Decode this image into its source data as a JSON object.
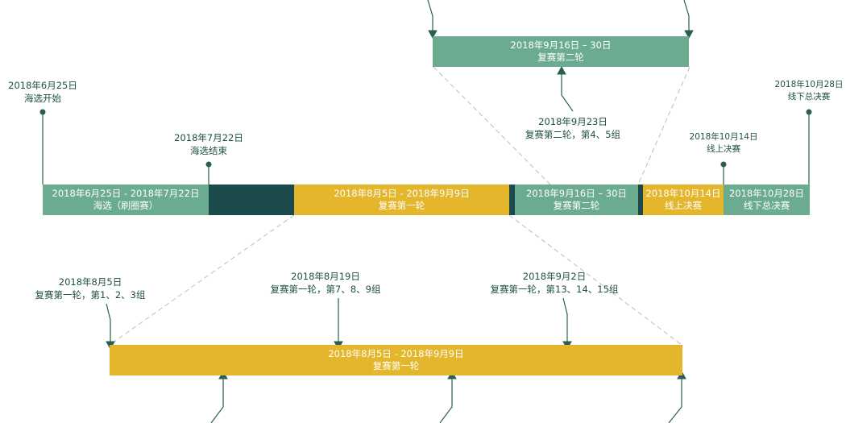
{
  "colors": {
    "green": "#6bab8f",
    "dark": "#1b4a4d",
    "yellow": "#e3b62b",
    "text": "#1f4f45",
    "line": "#2b5e52",
    "dash": "#bdbdbd"
  },
  "main_bar": {
    "segments": [
      {
        "line1": "2018年6月25日 - 2018年7月22日",
        "line2": "海选（刷圈赛）",
        "color": "green"
      },
      {
        "line1": "",
        "line2": "",
        "color": "dark"
      },
      {
        "line1": "2018年8月5日 - 2018年9月9日",
        "line2": "复赛第一轮",
        "color": "yellow"
      },
      {
        "line1": "",
        "line2": "",
        "color": "dark"
      },
      {
        "line1": "2018年9月16日 – 30日",
        "line2": "复赛第二轮",
        "color": "green"
      },
      {
        "line1": "",
        "line2": "",
        "color": "dark"
      },
      {
        "line1": "2018年10月14日",
        "line2": "线上决赛",
        "color": "yellow"
      },
      {
        "line1": "2018年10月28日",
        "line2": "线下总决赛",
        "color": "green"
      }
    ],
    "annotations": [
      {
        "line1": "2018年6月25日",
        "line2": "海选开始"
      },
      {
        "line1": "2018年7月22日",
        "line2": "海选结束"
      },
      {
        "line1": "2018年10月14日",
        "line2": "线上决赛"
      },
      {
        "line1": "2018年10月28日",
        "line2": "线下总决赛"
      }
    ]
  },
  "round2_zoom": {
    "bar": {
      "line1": "2018年9月16日 – 30日",
      "line2": "复赛第二轮"
    },
    "annotations": [
      {
        "line1": "2018年9月23日",
        "line2": "复赛第二轮，第4、5组"
      }
    ]
  },
  "round1_zoom": {
    "bar": {
      "line1": "2018年8月5日 - 2018年9月9日",
      "line2": "复赛第一轮"
    },
    "annotations": [
      {
        "line1": "2018年8月5日",
        "line2": "复赛第一轮，第1、2、3组"
      },
      {
        "line1": "2018年8月19日",
        "line2": "复赛第一轮，第7、8、9组"
      },
      {
        "line1": "2018年9月2日",
        "line2": "复赛第一轮，第13、14、15组"
      }
    ]
  }
}
